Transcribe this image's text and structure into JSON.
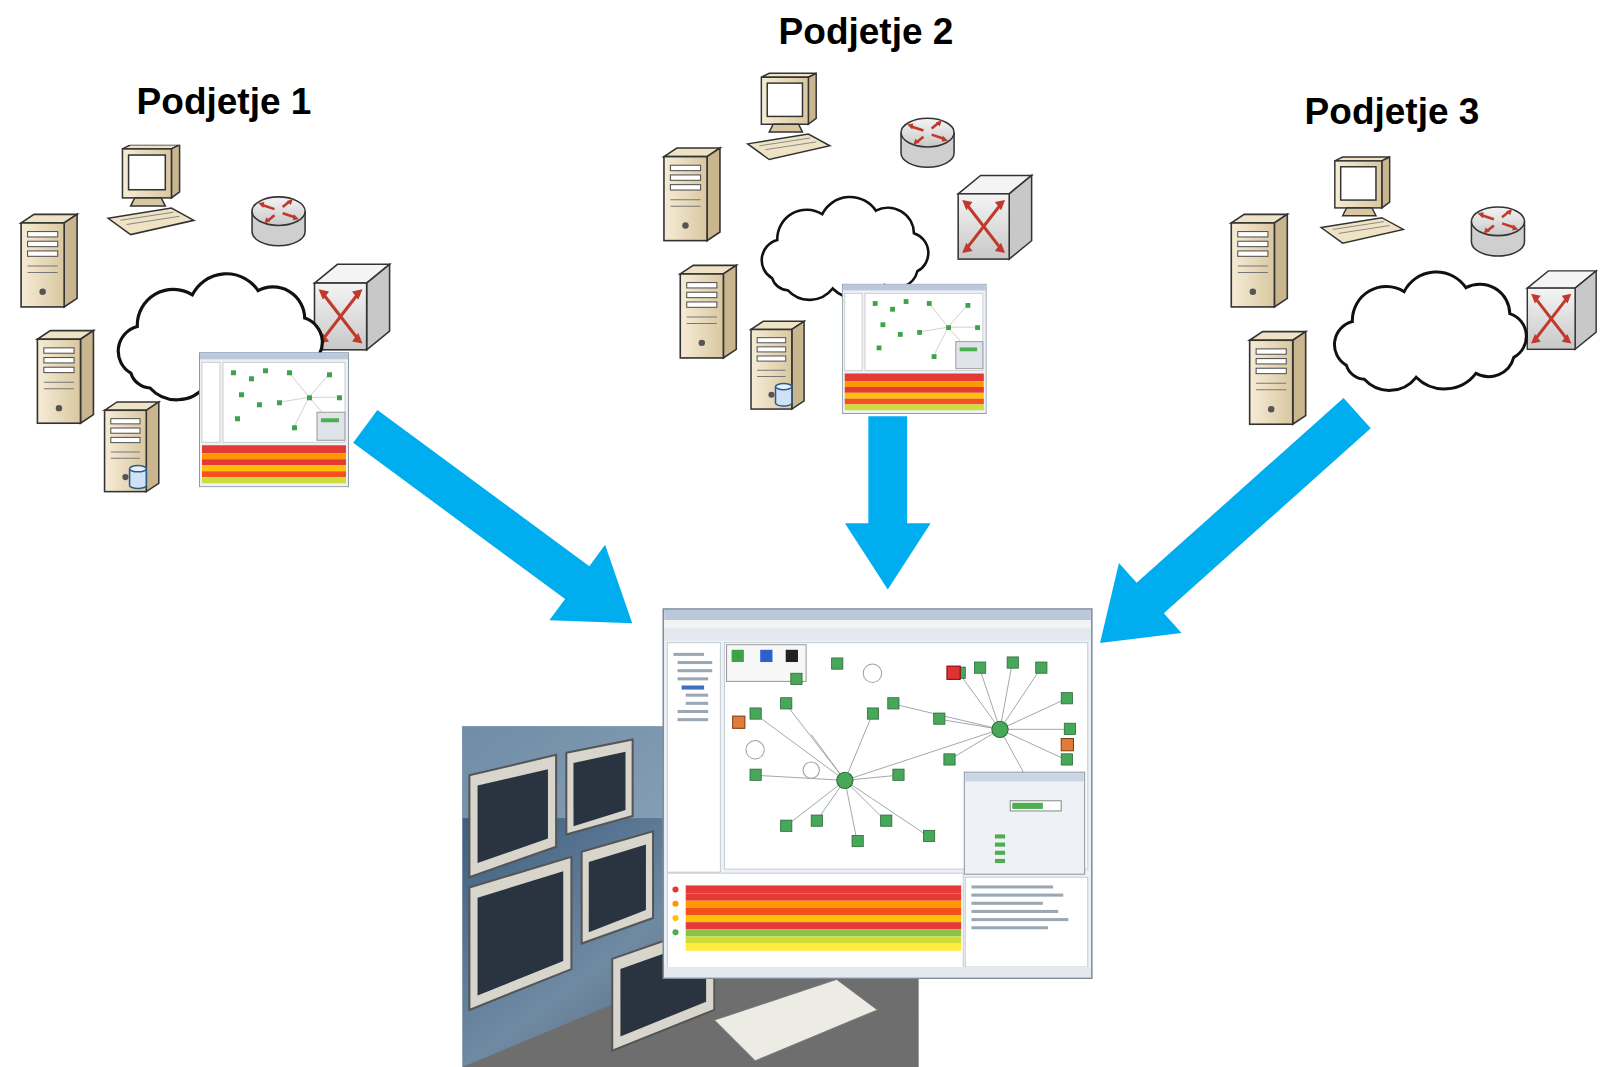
{
  "diagram": {
    "labels": [
      "Podjetje 1",
      "Podjetje 2",
      "Podjetje 3"
    ]
  }
}
